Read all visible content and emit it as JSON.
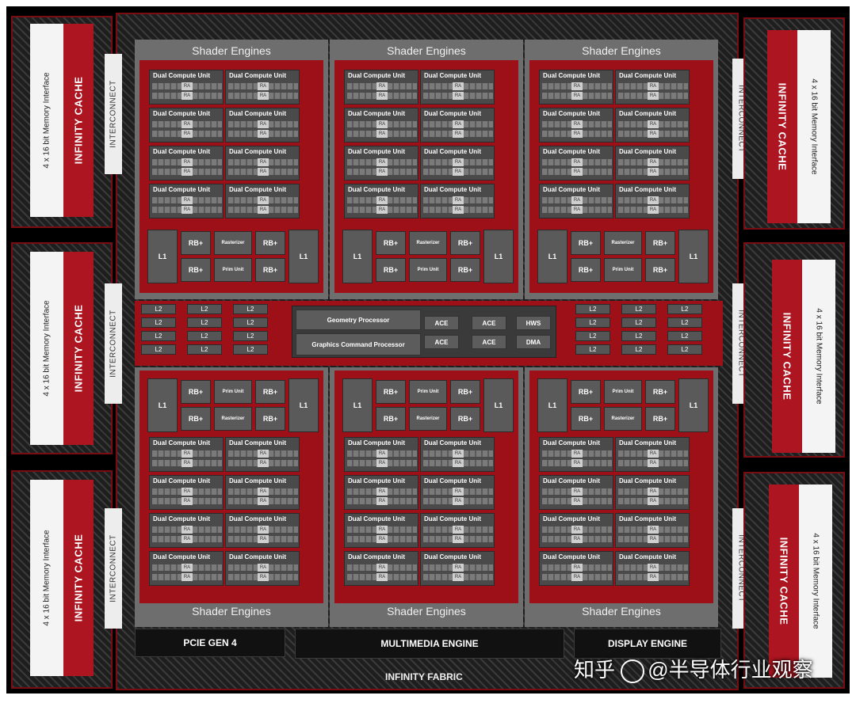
{
  "memory_interface_label": "4 x 16 bit Memory Interface",
  "infinity_cache_label": "INFINITY CACHE",
  "interconnect_label": "INTERCONNECT",
  "shader_engines_label": "Shader Engines",
  "dual_compute_unit_label": "Dual Compute Unit",
  "ra_label": "RA",
  "l1_label": "L1",
  "l2_label": "L2",
  "rb_label": "RB+",
  "rasterizer_label": "Rasterizer",
  "prim_unit_label": "Prim Unit",
  "command": {
    "geometry_processor": "Geometry Processor",
    "graphics_command_processor": "Graphics Command Processor",
    "ace": "ACE",
    "hws": "HWS",
    "dma": "DMA"
  },
  "bottom": {
    "pcie": "PCIE GEN 4",
    "multimedia": "MULTIMEDIA ENGINE",
    "display": "DISPLAY ENGINE"
  },
  "fabric_label": "INFINITY FABRIC",
  "watermark": {
    "site": "知乎",
    "account": "@半导体行业观察"
  },
  "colors": {
    "accent_red": "#ad1520",
    "engine_red": "#9e1018",
    "background": "#000000"
  }
}
